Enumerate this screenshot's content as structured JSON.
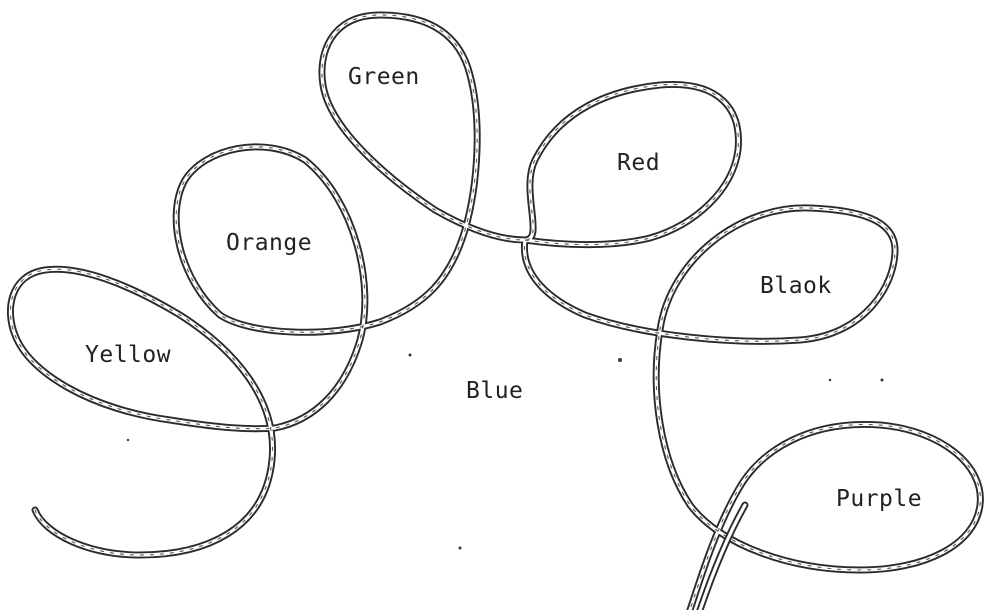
{
  "labels": {
    "yellow": "Yellow",
    "orange": "Orange",
    "green": "Green",
    "red": "Red",
    "black": "Blaok",
    "purple": "Purple",
    "blue": "Blue"
  },
  "colors": {
    "background": "#ffffff",
    "rope": "#2b2b2b",
    "text": "#222222"
  }
}
